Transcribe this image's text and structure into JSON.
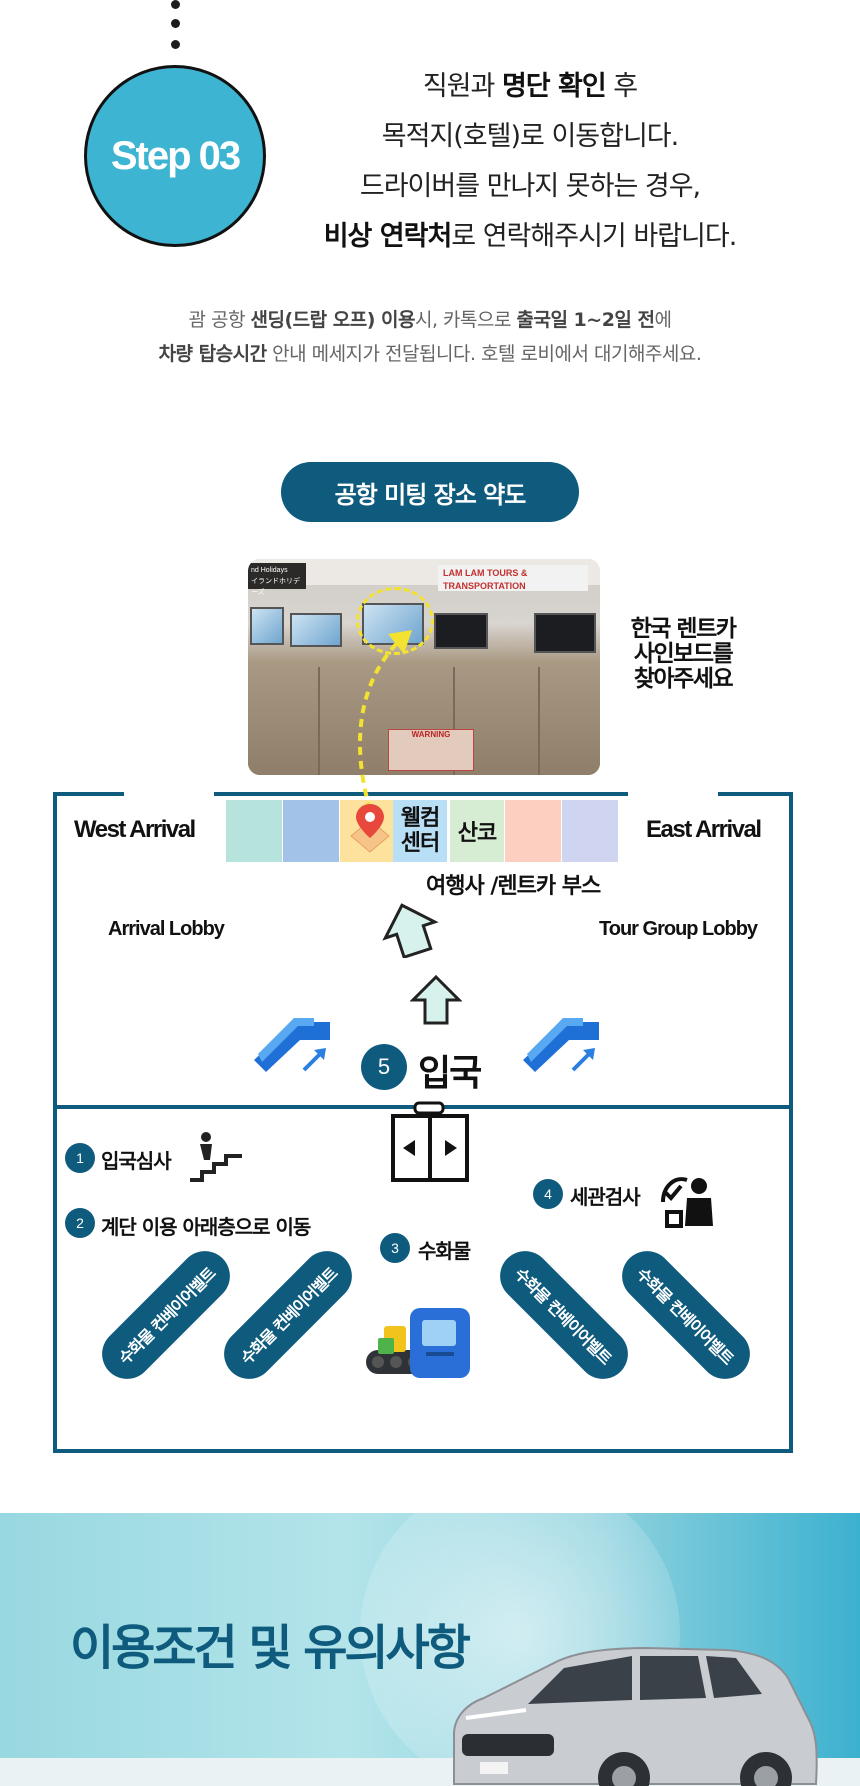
{
  "step": {
    "label": "Step 03",
    "line1_pre": "직원과 ",
    "line1_bold": "명단 확인",
    "line1_post": " 후",
    "line2": "목적지(호텔)로 이동합니다.",
    "line3": "드라이버를 만나지 못하는 경우,",
    "line4_bold": "비상 연락처",
    "line4_post": "로 연락해주시기 바랍니다."
  },
  "note": {
    "l1_a": "괌 공항 ",
    "l1_b": "샌딩(드랍 오프) 이용",
    "l1_c": "시, 카톡으로 ",
    "l1_d": "출국일 1~2일 전",
    "l1_e": "에",
    "l2_a": "차량 탑승시간",
    "l2_b": " 안내 메세지가 전달됩니다. 호텔 로비에서 대기해주세요."
  },
  "map": {
    "title": "공항 미팅 장소 약도",
    "sign_callout": [
      "한국 렌트카",
      "사인보드를",
      "찾아주세요"
    ],
    "west_arrival": "West Arrival",
    "east_arrival": "East Arrival",
    "arrival_lobby": "Arrival Lobby",
    "tour_group_lobby": "Tour Group  Lobby",
    "welcome_center": [
      "웰컴",
      "센터"
    ],
    "sanko": "산코",
    "booth_label": "여행사 /렌트카 부스",
    "steps": {
      "s1": {
        "num": "1",
        "label": "입국심사"
      },
      "s2": {
        "num": "2",
        "label": "계단 이용 아래층으로 이동"
      },
      "s3": {
        "num": "3",
        "label": "수화물"
      },
      "s4": {
        "num": "4",
        "label": "세관검사"
      },
      "s5": {
        "num": "5",
        "label": "입국"
      }
    },
    "belt_label": "수화물 컨베이어벨트",
    "band_colors": [
      "#b6e3dc",
      "#a2c2e8",
      "#fce29c",
      "#b9dff6",
      "#d6ecd3",
      "#fdcfc0",
      "#cfd5f1"
    ]
  },
  "photo": {
    "sign_left": [
      "nd Holidays",
      "イランドホリデーズ"
    ],
    "sign_right": [
      "LAM LAM TOURS & TRANSPORTATION"
    ],
    "warning": [
      "WARNING"
    ]
  },
  "banner": {
    "title": "이용조건 및 유의사항"
  }
}
